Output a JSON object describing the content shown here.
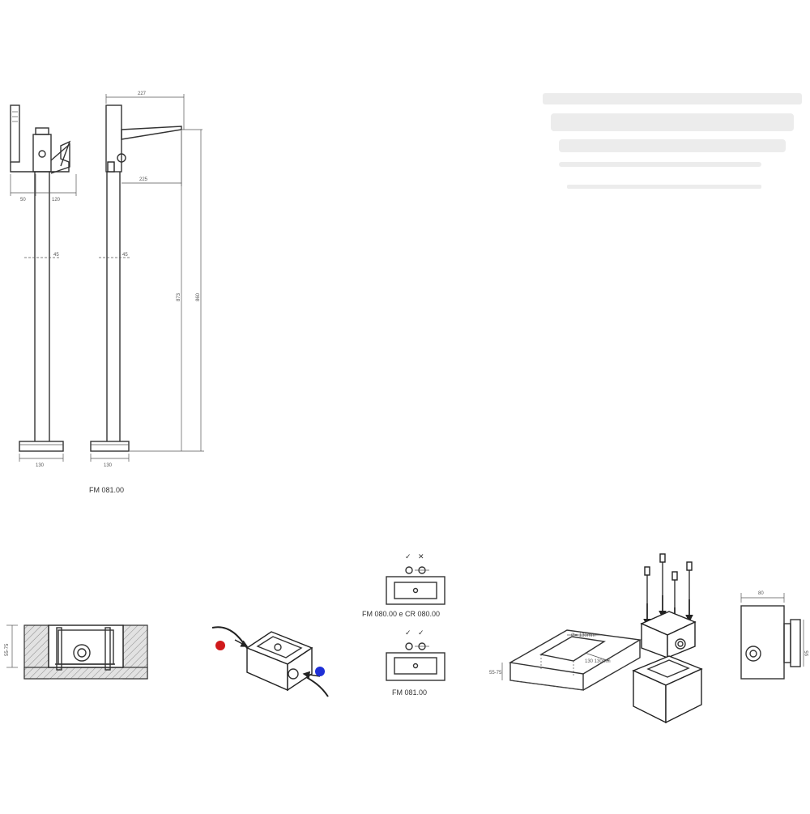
{
  "drawing": {
    "title": "FM 081.00",
    "front_view": {
      "dim_handshower_width": "50",
      "dim_body_width": "120",
      "dim_mid_pipe": "45",
      "dim_base": "130"
    },
    "side_view": {
      "dim_overall_reach": "227",
      "dim_spout_reach": "225",
      "dim_mid_pipe": "45",
      "dim_inner_height": "873",
      "dim_overall_height": "860",
      "dim_base": "130"
    },
    "install": {
      "depth_label": "55-75",
      "variant_a_label": "FM 080.00 e CR 080.00",
      "variant_b_label": "FM 081.00",
      "mark_a1": "✓",
      "mark_a2": "✕",
      "mark_b1": "✓",
      "mark_b2": "✓",
      "niche_dim_1": "Ø= 130mm",
      "niche_dim_2": "130 130mm",
      "niche_depth": "55-75",
      "box_width": "80",
      "box_height": "95"
    },
    "colors": {
      "hot": "#d0191b",
      "cold": "#1e2fd6"
    }
  }
}
